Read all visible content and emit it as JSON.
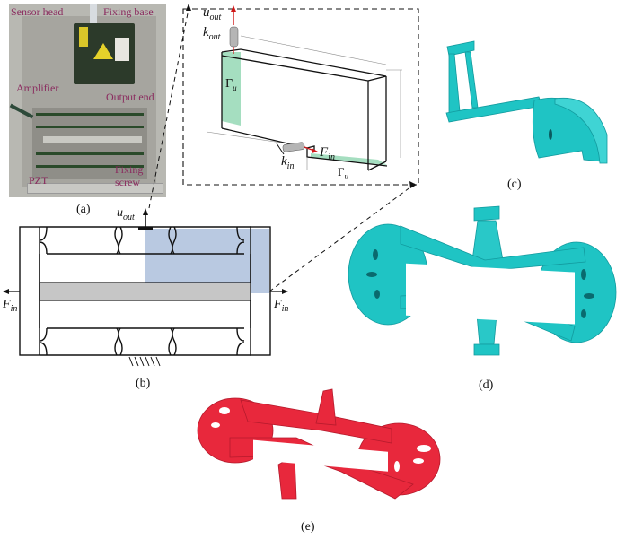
{
  "figure": {
    "panels": {
      "a": {
        "caption": "(a)",
        "labels": {
          "sensor_head": "Sensor head",
          "fixing_base": "Fixing base",
          "amplifier": "Amplifier",
          "output_end": "Output end",
          "pzt": "PZT",
          "fixing_screw_1": "Fixing",
          "fixing_screw_2": "screw"
        }
      },
      "b": {
        "caption": "(b)",
        "labels": {
          "u_out": "u",
          "u_out_sub": "out",
          "f_in_left": "F",
          "f_in_left_sub": "in",
          "f_in_right": "F",
          "f_in_right_sub": "in"
        }
      },
      "inset": {
        "labels": {
          "u_out": "u",
          "u_out_sub": "out",
          "k_out": "k",
          "k_out_sub": "out",
          "gamma_u_left": "Γ",
          "gamma_u_left_sub": "u",
          "gamma_u_bottom": "Γ",
          "gamma_u_bottom_sub": "u",
          "k_in": "k",
          "k_in_sub": "in",
          "f_in": "F",
          "f_in_sub": "in"
        }
      },
      "c": {
        "caption": "(c)"
      },
      "d": {
        "caption": "(d)"
      },
      "e": {
        "caption": "(e)"
      }
    },
    "colors": {
      "cyan_model": "#1fc4c4",
      "cyan_dark": "#129a9e",
      "red_print": "#e8283c",
      "red_dark": "#b51a2c",
      "blue_region": "#7f9cc8",
      "green_boundary": "#8fd6b0",
      "photo_base": "#a9a9a4",
      "label_magenta": "#8a2a5e"
    }
  }
}
